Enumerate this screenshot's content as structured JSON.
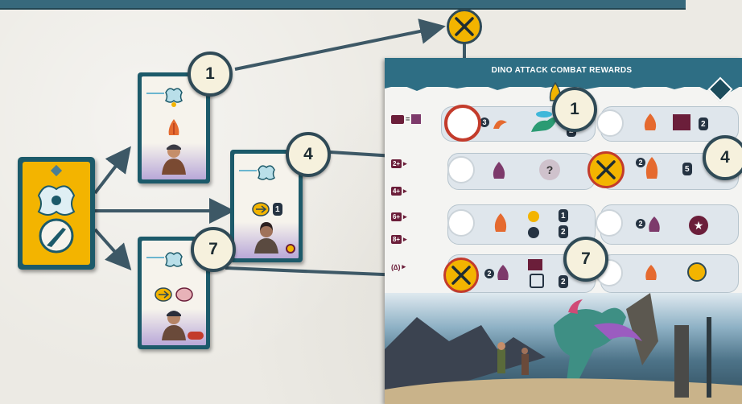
{
  "board": {
    "title": "DINO ATTACK COMBAT REWARDS",
    "row_labels": [
      "2+",
      "4+",
      "6+",
      "8+"
    ],
    "badge_numbers": {
      "a": "3",
      "b": "2",
      "c": "5",
      "d": "2",
      "e": "2",
      "f": "2"
    },
    "speech_values": {
      "one": "1",
      "two": "2",
      "five": "5"
    }
  },
  "callouts": {
    "one": "1",
    "four": "4",
    "seven": "7"
  },
  "cards": {
    "card_b_speech": "1",
    "card_b_tokens": "2",
    "card_c_tokens": "3"
  },
  "colors": {
    "teal": "#1c5a6a",
    "yellow": "#f3b400",
    "red": "#c33b2b",
    "maroon": "#6b1e3a",
    "navy": "#2f4a56"
  },
  "icons": [
    "crossed-swords-icon",
    "survivor-emblem-icon",
    "rifle-icon",
    "speech-bubble-icon",
    "dino-claw-icon"
  ]
}
